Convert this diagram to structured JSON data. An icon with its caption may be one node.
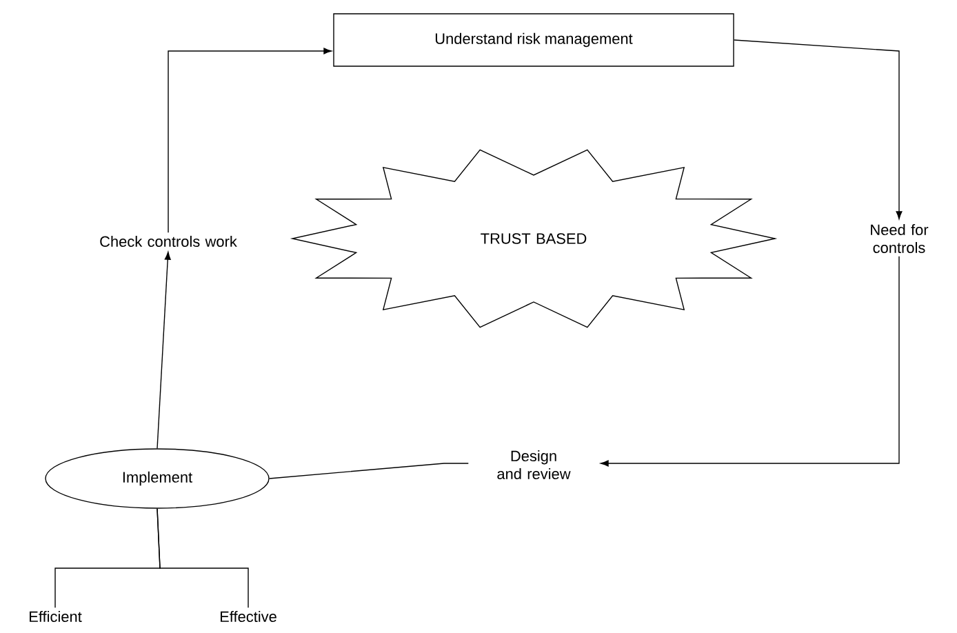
{
  "diagram": {
    "nodes": [
      {
        "text": [
          "Understand risk management"
        ]
      },
      {
        "text": [
          "Need for controls"
        ]
      },
      {
        "text": [
          "Design and review"
        ]
      },
      {
        "text": [
          "Implement"
        ]
      },
      {
        "text": [
          "Check controls work"
        ]
      },
      {
        "text": [
          "TRUST BASED"
        ]
      },
      {
        "text": [
          "Efficient"
        ]
      },
      {
        "text": [
          "Effective"
        ]
      }
    ],
    "edges": [
      {
        "from": 4,
        "to": 0,
        "arrow": "to"
      },
      {
        "from": 0,
        "to": 1,
        "arrow": "to"
      },
      {
        "from": 1,
        "to": 2,
        "arrow": "to"
      },
      {
        "from": 3,
        "to": 2,
        "arrow": "none"
      },
      {
        "from": 3,
        "to": 4,
        "arrow": "to"
      },
      {
        "from": 3,
        "to": 6,
        "arrow": "none"
      },
      {
        "from": 3,
        "to": 7,
        "arrow": "none"
      }
    ]
  }
}
